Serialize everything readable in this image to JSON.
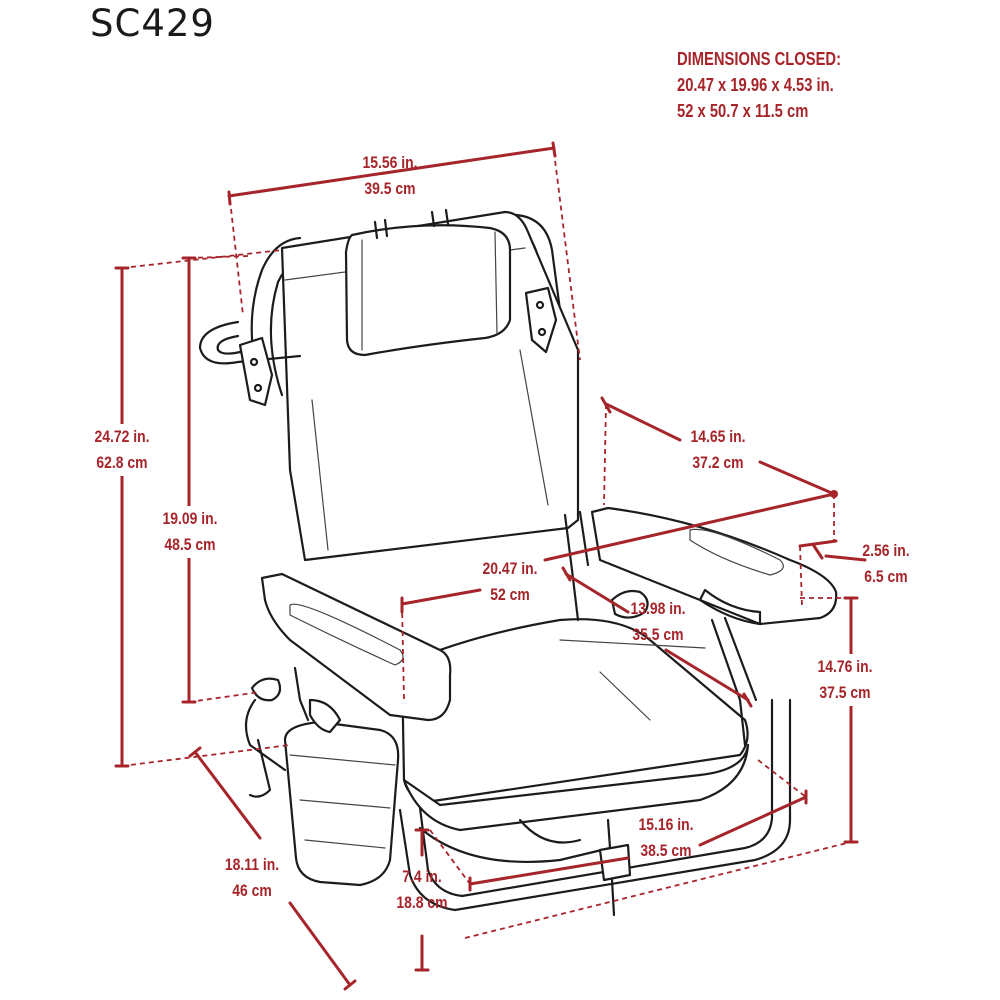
{
  "model": "SC429",
  "dimensions_closed": {
    "heading": "DIMENSIONS CLOSED:",
    "inches": "20.47  x  19.96  x  4.53 in.",
    "cm": "52  x  50.7  x  11.5 cm"
  },
  "measurements": {
    "top_width": {
      "in": "15.56 in.",
      "cm": "39.5 cm"
    },
    "overall_height": {
      "in": "24.72 in.",
      "cm": "62.8 cm"
    },
    "back_height": {
      "in": "19.09 in.",
      "cm": "48.5 cm"
    },
    "armrest_length": {
      "in": "14.65 in.",
      "cm": "37.2 cm"
    },
    "overall_width": {
      "in": "20.47 in.",
      "cm": "52 cm"
    },
    "armrest_width": {
      "in": "2.56 in.",
      "cm": "6.5 cm"
    },
    "seat_depth": {
      "in": "13.98 in.",
      "cm": "35.5 cm"
    },
    "armrest_height": {
      "in": "14.76 in.",
      "cm": "37.5 cm"
    },
    "overall_depth": {
      "in": "18.11 in.",
      "cm": "46 cm"
    },
    "seat_width": {
      "in": "15.16 in.",
      "cm": "38.5 cm"
    },
    "seat_height": {
      "in": "7.4 in.",
      "cm": "18.8 cm"
    }
  },
  "colors": {
    "dimension": "#a6252b",
    "outline": "#1c1c1c",
    "model_text": "#1a1a1a"
  }
}
